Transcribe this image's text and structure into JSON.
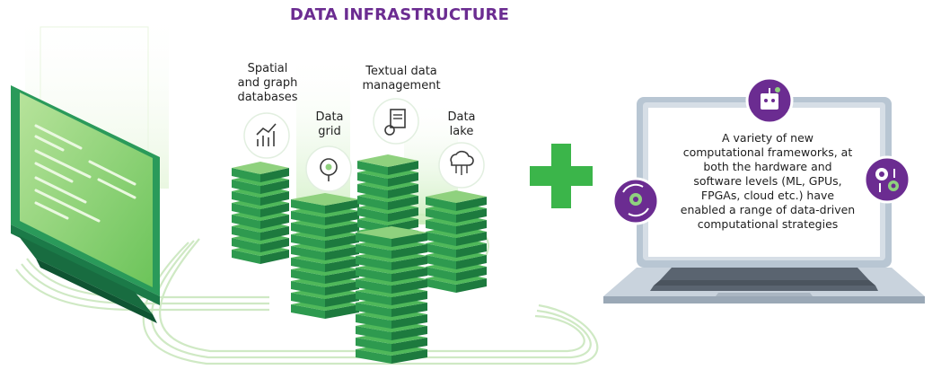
{
  "title": "DATA INFRASTRUCTURE",
  "labels": {
    "spatial": "Spatial\nand graph\ndatabases",
    "grid": "Data\ngrid",
    "textual": "Textual data\nmanagement",
    "lake": "Data\nlake"
  },
  "laptop_text": "A variety of new\ncomputational frameworks, at\nboth the hardware and\nsoftware levels (ML, GPUs,\nFPGAs, cloud etc.) have\nenabled a range of data-driven\ncomputational strategies",
  "colors": {
    "title": "#6b2c91",
    "green": "#3bb54a",
    "green_dark": "#1d8a4e",
    "green_light": "#8fd17e",
    "purple": "#6b2c91",
    "laptop_body": "#b8c6d3",
    "laptop_screen": "#ffffff"
  },
  "icons": [
    "chart-icon",
    "ai-brain-icon",
    "document-gear-icon",
    "cloud-network-icon",
    "robot-icon",
    "gears-arrows-icon",
    "rotating-gear-people-icon"
  ]
}
